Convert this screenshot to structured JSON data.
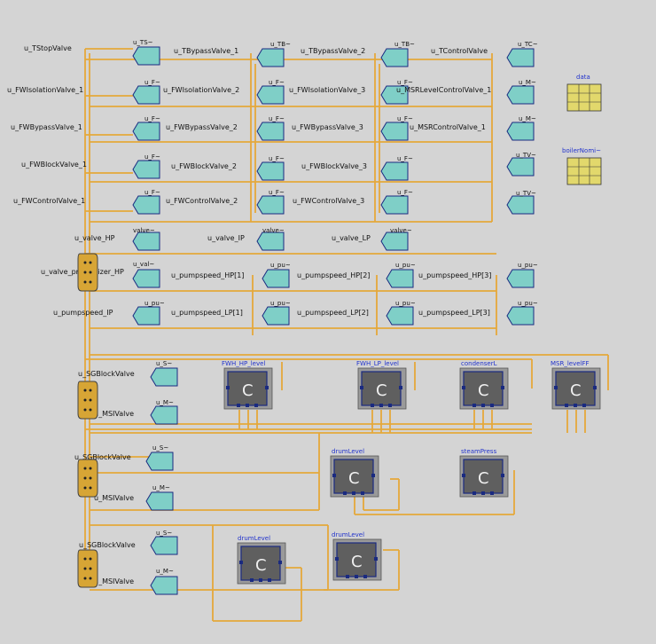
{
  "inputs": [
    {
      "label": "u_TStopValve",
      "tag": "u_TS~"
    },
    {
      "label": "u_TBypassValve_1",
      "tag": "u_TB~"
    },
    {
      "label": "u_TBypassValve_2",
      "tag": "u_TB~"
    },
    {
      "label": "u_TControlValve",
      "tag": "u_TC~"
    },
    {
      "label": "u_FWIsolationValve_1",
      "tag": "u_F~"
    },
    {
      "label": "u_FWIsolationValve_2",
      "tag": "u_F~"
    },
    {
      "label": "u_FWIsolationValve_3",
      "tag": "u_F~"
    },
    {
      "label": "u_MSRLevelControlValve_1",
      "tag": "u_M~"
    },
    {
      "label": "u_FWBypassValve_1",
      "tag": "u_F~"
    },
    {
      "label": "u_FWBypassValve_2",
      "tag": "u_F~"
    },
    {
      "label": "u_FWBypassValve_3",
      "tag": "u_F~"
    },
    {
      "label": "u_MSRControlValve_1",
      "tag": "u_M~"
    },
    {
      "label": "u_FWBlockValve_1",
      "tag": "u_F~"
    },
    {
      "label": "u_FWBlockValve_2",
      "tag": "u_F~"
    },
    {
      "label": "u_FWBlockValve_3",
      "tag": "u_F~"
    },
    {
      "label": "",
      "tag": "u_TV~"
    },
    {
      "label": "u_FWControlValve_1",
      "tag": "u_F~"
    },
    {
      "label": "u_FWControlValve_2",
      "tag": "u_F~"
    },
    {
      "label": "u_FWControlValve_3",
      "tag": "u_F~"
    },
    {
      "label": "",
      "tag": "u_TV~"
    },
    {
      "label": "u_valve_HP",
      "tag": "valve~"
    },
    {
      "label": "u_valve_IP",
      "tag": "valve~"
    },
    {
      "label": "u_valve_LP",
      "tag": "valve~"
    },
    {
      "label": "u_valve_pressurizer_HP",
      "tag": "u_val~"
    },
    {
      "label": "u_pumpspeed_HP[1]",
      "tag": "u_pu~"
    },
    {
      "label": "u_pumpspeed_HP[2]",
      "tag": "u_pu~"
    },
    {
      "label": "u_pumpspeed_HP[3]",
      "tag": "u_pu~"
    },
    {
      "label": "u_pumpspeed_IP",
      "tag": "u_pu~"
    },
    {
      "label": "u_pumpspeed_LP[1]",
      "tag": "u_pu~"
    },
    {
      "label": "u_pumpspeed_LP[2]",
      "tag": "u_pu~"
    },
    {
      "label": "u_pumpspeed_LP[3]",
      "tag": "u_pu~"
    },
    {
      "label": "u_SGBlockValve",
      "tag": "u_S~"
    },
    {
      "label": "u_MSIValve",
      "tag": "u_M~"
    },
    {
      "label": "u_SGBlockValve",
      "tag": "u_S~"
    },
    {
      "label": "u_MSIValve",
      "tag": "u_M~"
    },
    {
      "label": "u_SGBlockValve",
      "tag": "u_S~"
    },
    {
      "label": "u_MSIValve",
      "tag": "u_M~"
    }
  ],
  "controllers": [
    {
      "title": "FWH_HP_level",
      "symbol": "C"
    },
    {
      "title": "FWH_LP_level",
      "symbol": "C"
    },
    {
      "title": "condenserL",
      "symbol": "C"
    },
    {
      "title": "MSR_levelFF",
      "symbol": "C"
    },
    {
      "title": "drumLevel",
      "symbol": "C"
    },
    {
      "title": "steamPress",
      "symbol": "C"
    },
    {
      "title": "drumLevel",
      "symbol": "C"
    },
    {
      "title": "drumLevel",
      "symbol": "C"
    }
  ],
  "records": [
    {
      "title": "data"
    },
    {
      "title": "boilerNomi~"
    }
  ]
}
